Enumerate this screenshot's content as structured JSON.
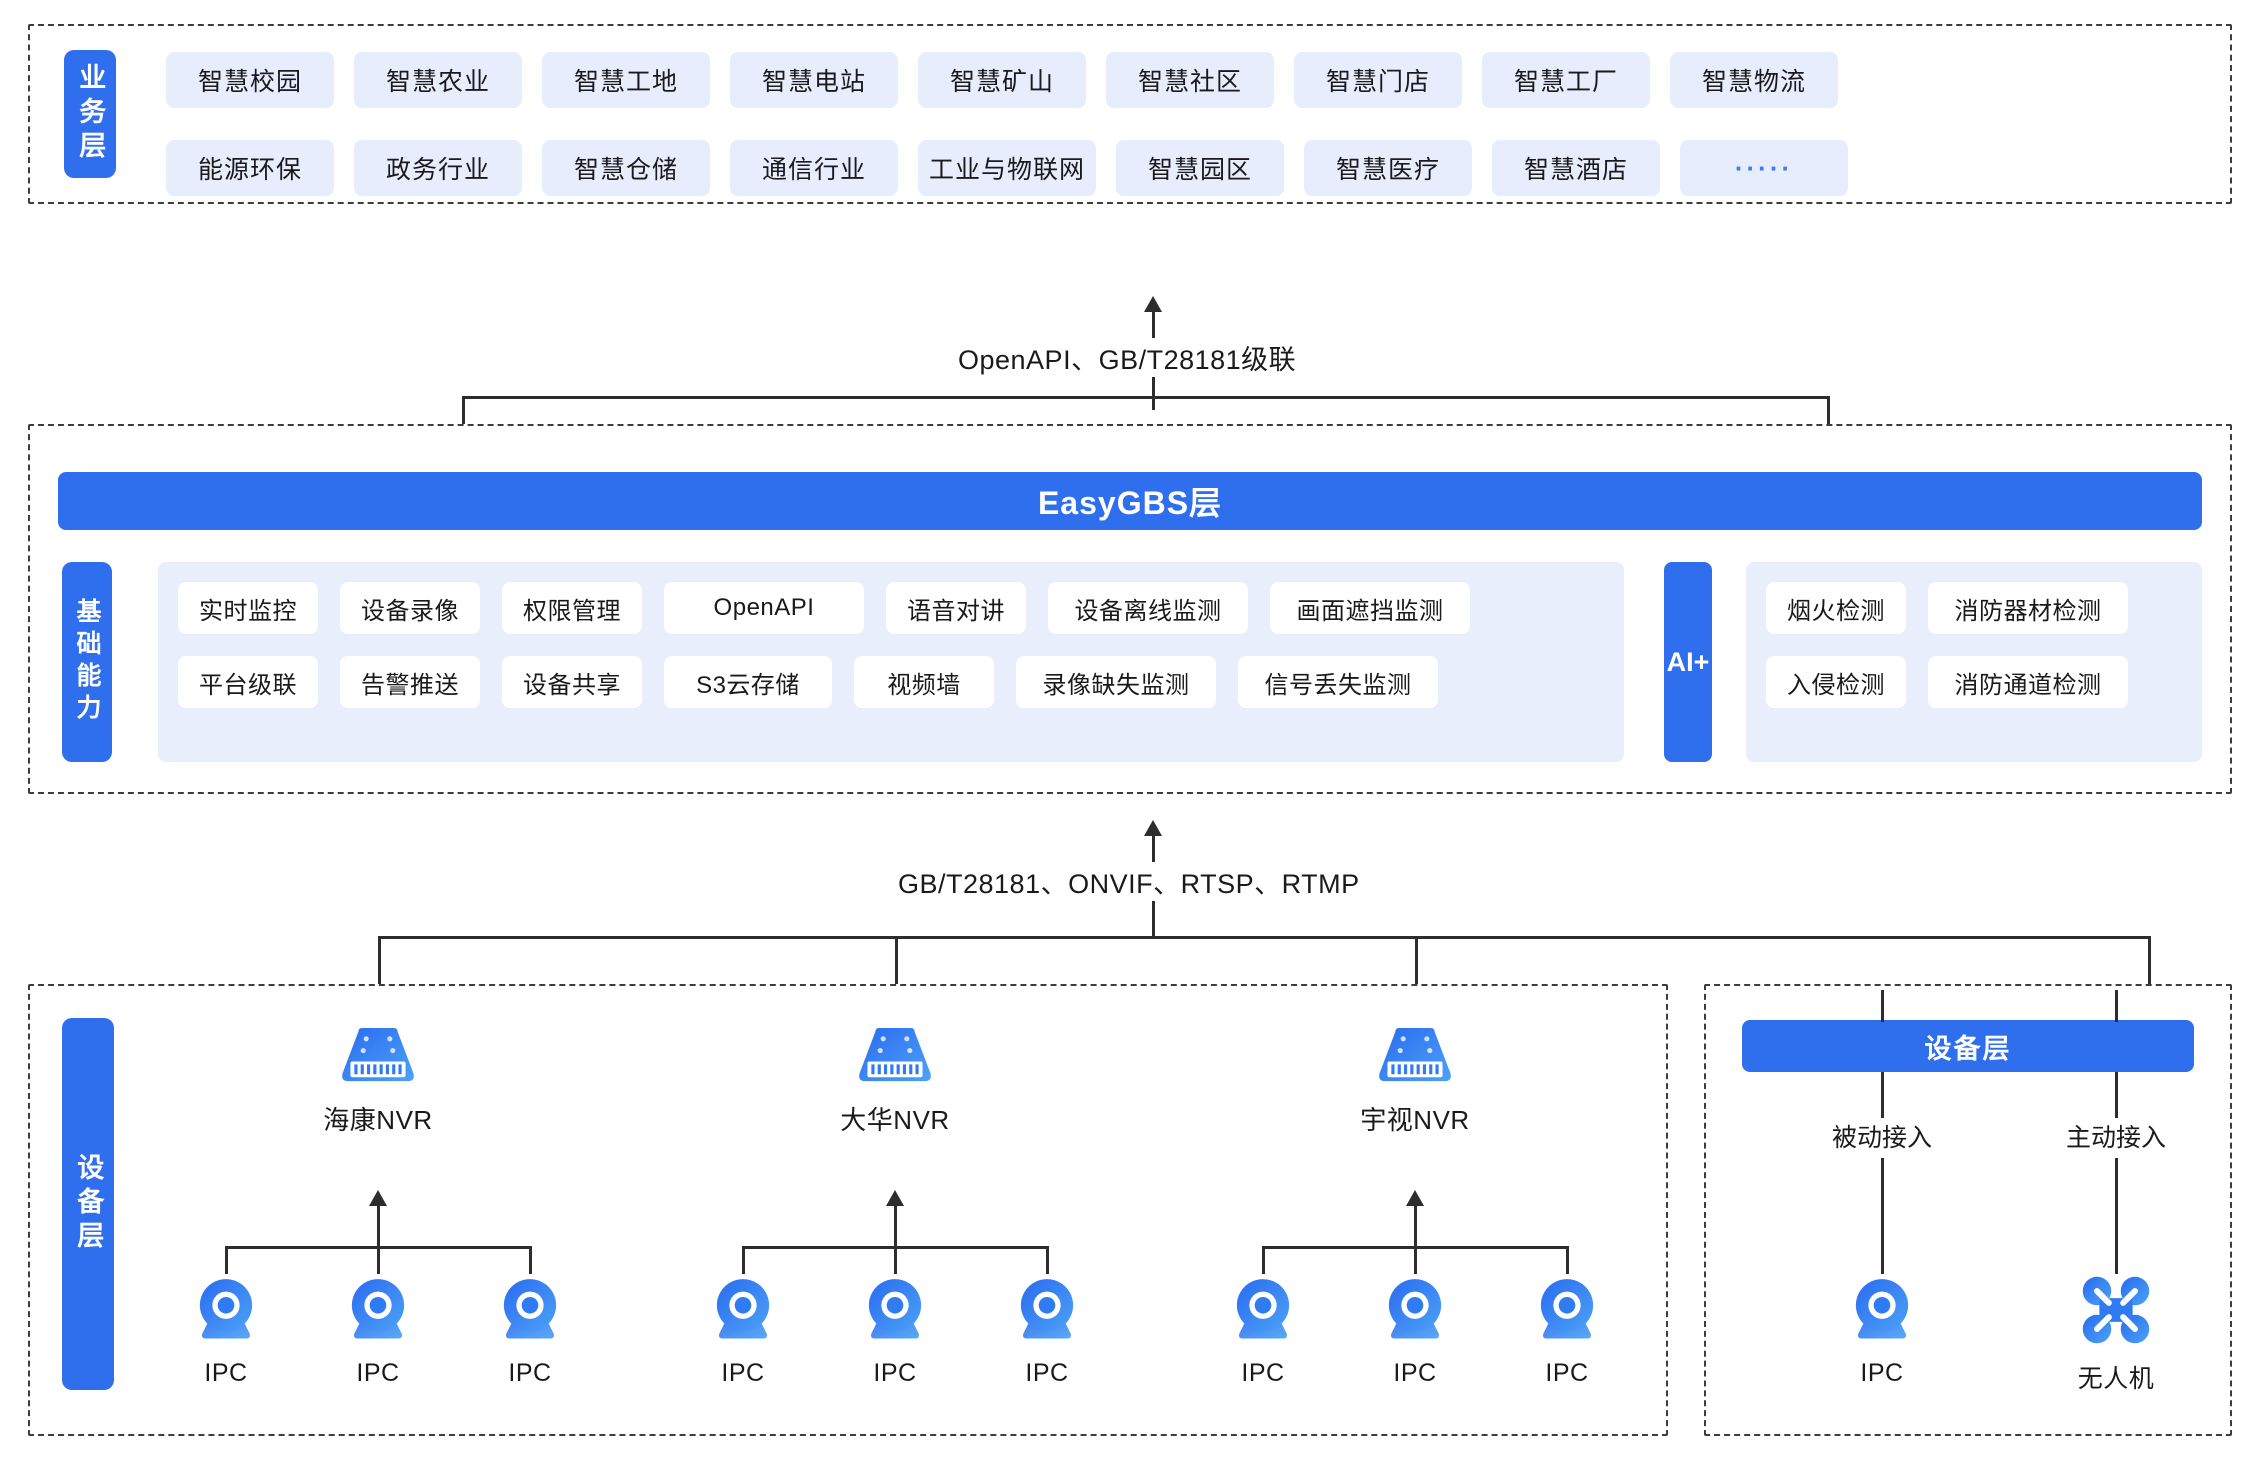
{
  "business_layer": {
    "tab_label": "业务层",
    "row1": [
      "智慧校园",
      "智慧农业",
      "智慧工地",
      "智慧电站",
      "智慧矿山",
      "智慧社区",
      "智慧门店",
      "智慧工厂",
      "智慧物流"
    ],
    "row2": [
      "能源环保",
      "政务行业",
      "智慧仓储",
      "通信行业",
      "工业与物联网",
      "智慧园区",
      "智慧医疗",
      "智慧酒店",
      "·····"
    ]
  },
  "connectors": {
    "top_label": "OpenAPI、GB/T28181级联",
    "bottom_label": "GB/T28181、ONVIF、RTSP、RTMP"
  },
  "platform_layer": {
    "title": "EasyGBS层",
    "tab_label": "基础能力",
    "capabilities_row1": [
      "实时监控",
      "设备录像",
      "权限管理",
      "OpenAPI",
      "语音对讲",
      "设备离线监测",
      "画面遮挡监测"
    ],
    "capabilities_row2": [
      "平台级联",
      "告警推送",
      "设备共享",
      "S3云存储",
      "视频墙",
      "录像缺失监测",
      "信号丢失监测"
    ],
    "ai_tab_label": "AI+",
    "ai_row1": [
      "烟火检测",
      "消防器材检测"
    ],
    "ai_row2": [
      "入侵检测",
      "消防通道检测"
    ]
  },
  "device_layer": {
    "tab_label": "设备层",
    "nvr_groups": [
      {
        "nvr_label": "海康NVR",
        "cameras": [
          "IPC",
          "IPC",
          "IPC"
        ]
      },
      {
        "nvr_label": "大华NVR",
        "cameras": [
          "IPC",
          "IPC",
          "IPC"
        ]
      },
      {
        "nvr_label": "宇视NVR",
        "cameras": [
          "IPC",
          "IPC",
          "IPC"
        ]
      }
    ],
    "right_panel": {
      "bar_label": "设备层",
      "branches": [
        {
          "access_label": "被动接入",
          "device_label": "IPC",
          "icon": "camera-icon"
        },
        {
          "access_label": "主动接入",
          "device_label": "无人机",
          "icon": "drone-icon"
        }
      ]
    }
  },
  "colors": {
    "brand_blue": "#2f6fee",
    "chip_bg": "#e8edfd",
    "panel_bg": "#e9eefc",
    "line": "#2d2d2d"
  }
}
